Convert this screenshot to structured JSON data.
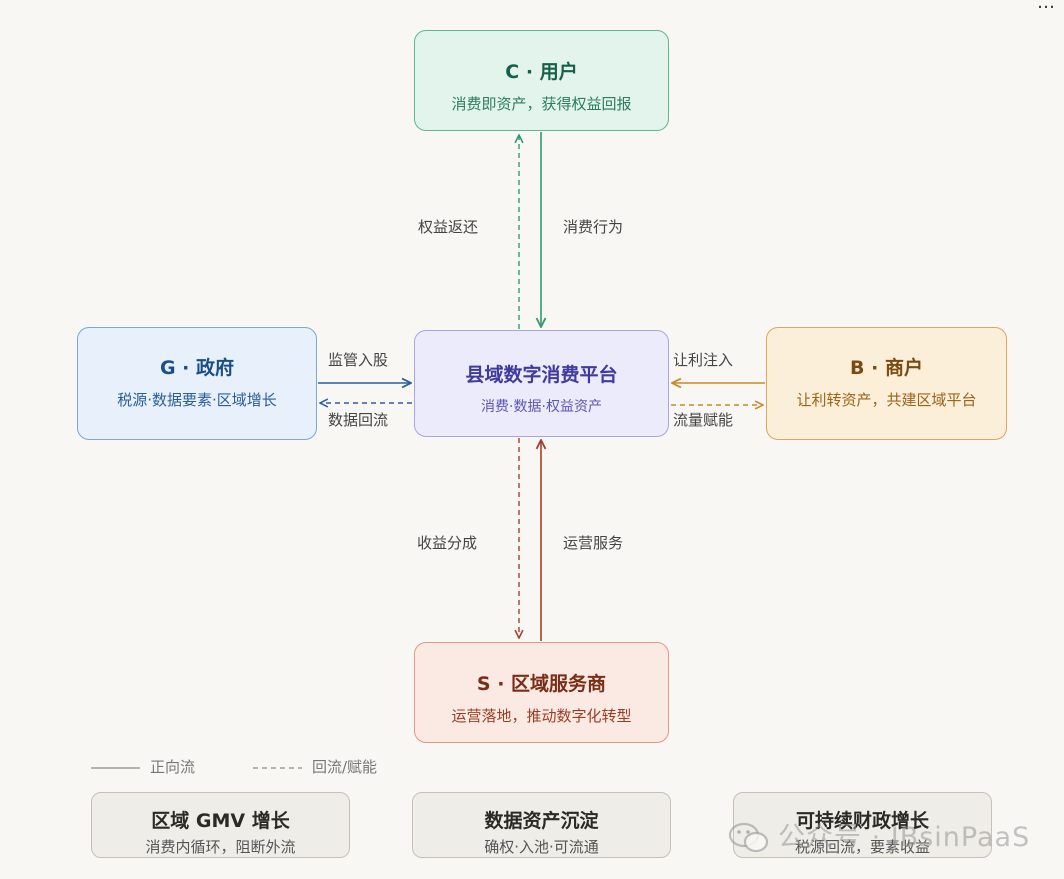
{
  "nodes": {
    "consumer": {
      "title": "C · 用户",
      "subtitle": "消费即资产，获得权益回报"
    },
    "government": {
      "title": "G · 政府",
      "subtitle": "税源·数据要素·区域增长"
    },
    "platform": {
      "title": "县域数字消费平台",
      "subtitle": "消费·数据·权益资产"
    },
    "merchant": {
      "title": "B · 商户",
      "subtitle": "让利转资产，共建区域平台"
    },
    "service": {
      "title": "S · 区域服务商",
      "subtitle": "运营落地，推动数字化转型"
    }
  },
  "edges": {
    "consumer_in": "消费行为",
    "consumer_out": "权益返还",
    "gov_in": "监管入股",
    "gov_out": "数据回流",
    "merchant_in": "让利注入",
    "merchant_out": "流量赋能",
    "service_in": "运营服务",
    "service_out": "收益分成"
  },
  "legend": {
    "solid": "正向流",
    "dashed": "回流/赋能"
  },
  "outcomes": [
    {
      "title": "区域 GMV 增长",
      "subtitle": "消费内循环，阻断外流"
    },
    {
      "title": "数据资产沉淀",
      "subtitle": "确权·入池·可流通"
    },
    {
      "title": "可持续财政增长",
      "subtitle": "税源回流，要素收益"
    }
  ],
  "watermark": "公众号 · JBsinPaaS",
  "colors": {
    "consumer": "#2f9a6f",
    "government": "#2c5f9e",
    "merchant": "#c98a2d",
    "service": "#a2412a"
  }
}
